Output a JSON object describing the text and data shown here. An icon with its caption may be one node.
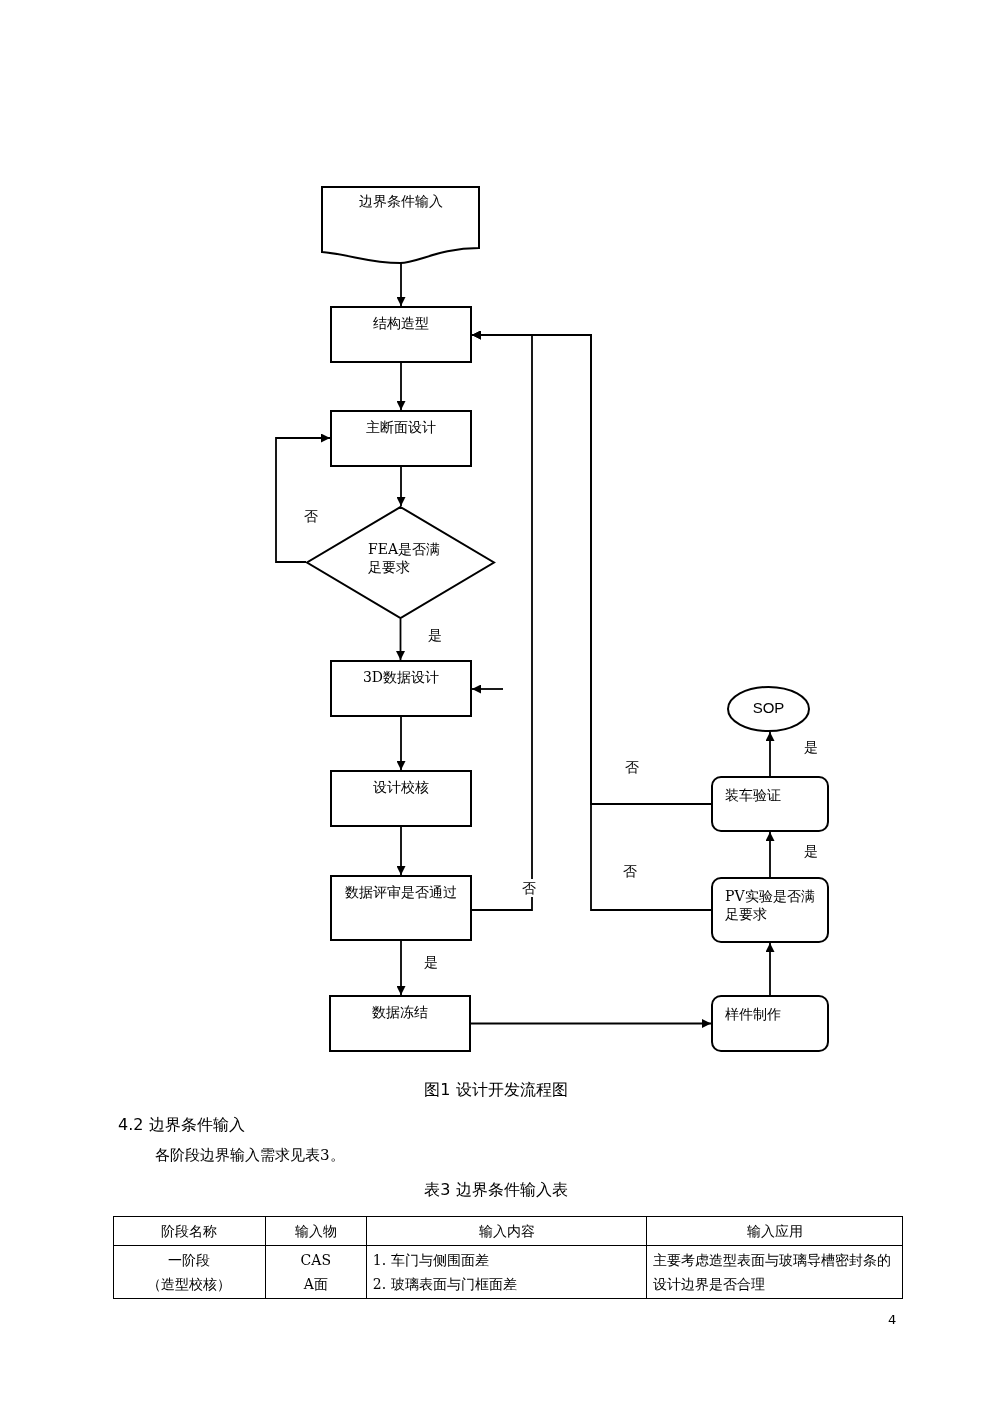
{
  "diagram": {
    "caption": "图1 设计开发流程图",
    "nodes": [
      {
        "text": [
          "边界条件输入"
        ]
      },
      {
        "text": [
          "结构造型"
        ]
      },
      {
        "text": [
          "主断面设计"
        ]
      },
      {
        "text": [
          "FEA是否满足要求"
        ]
      },
      {
        "text": [
          "3D数据设计"
        ]
      },
      {
        "text": [
          "设计校核"
        ]
      },
      {
        "text": [
          "数据评审是否通过"
        ]
      },
      {
        "text": [
          "数据冻结"
        ]
      },
      {
        "text": [
          "样件制作"
        ]
      },
      {
        "text": [
          "PV实验是否满足要求"
        ]
      },
      {
        "text": [
          "装车验证"
        ]
      },
      {
        "text": [
          "SOP"
        ]
      }
    ],
    "edges": [
      {
        "from": 0,
        "to": 1,
        "arrow": "to"
      },
      {
        "from": 1,
        "to": 2,
        "arrow": "to"
      },
      {
        "from": 2,
        "to": 3,
        "arrow": "to"
      },
      {
        "from": 3,
        "to": 2,
        "arrow": "to",
        "label": "否"
      },
      {
        "from": 3,
        "to": 4,
        "arrow": "to",
        "label": "是"
      },
      {
        "from": null,
        "to": 4,
        "arrow": "to"
      },
      {
        "from": 4,
        "to": 5,
        "arrow": "to"
      },
      {
        "from": 5,
        "to": 6,
        "arrow": "to"
      },
      {
        "from": 6,
        "to": 7,
        "arrow": "to",
        "label": "是"
      },
      {
        "from": 6,
        "to": 1,
        "arrow": "to",
        "label": "否"
      },
      {
        "from": 7,
        "to": 8,
        "arrow": "to"
      },
      {
        "from": 8,
        "to": 9,
        "arrow": "to"
      },
      {
        "from": 9,
        "to": 10,
        "arrow": "to",
        "label": "是"
      },
      {
        "from": 10,
        "to": 11,
        "arrow": "to",
        "label": "是"
      },
      {
        "from": 10,
        "to": 1,
        "arrow": "to",
        "label": "否"
      },
      {
        "from": 9,
        "to": 1,
        "arrow": "to",
        "label": "否"
      }
    ],
    "labels": [
      "4.2 边界条件输入",
      "各阶段边界输入需求见表3。",
      "表3 边界条件输入表",
      "阶段名称",
      "输入物",
      "输入内容",
      "输入应用",
      "一阶段",
      "（造型校核）",
      "CAS",
      "A面",
      "1. 车门与侧围面差",
      "2. 玻璃表面与门框面差",
      "主要考虑造型表面与玻璃导槽密封条的设计边界是否合理",
      "4"
    ]
  }
}
